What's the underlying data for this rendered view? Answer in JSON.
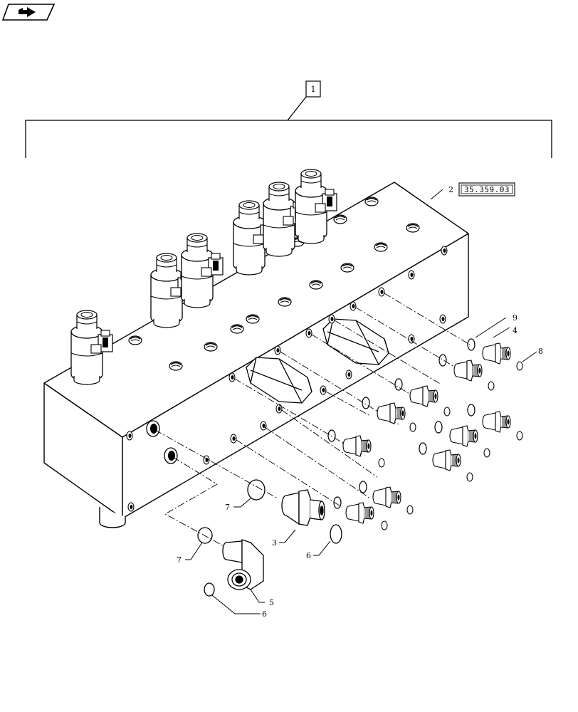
{
  "nav": {
    "icon": "next-arrow-icon"
  },
  "assembly_callout": "1",
  "reference_callout": "35.359.03",
  "callouts": {
    "c2": "2",
    "c3": "3",
    "c4": "4",
    "c5": "5",
    "c6a": "6",
    "c6b": "6",
    "c7a": "7",
    "c7b": "7",
    "c8": "8",
    "c9": "9"
  },
  "colors": {
    "line": "#000000",
    "background": "#ffffff"
  }
}
